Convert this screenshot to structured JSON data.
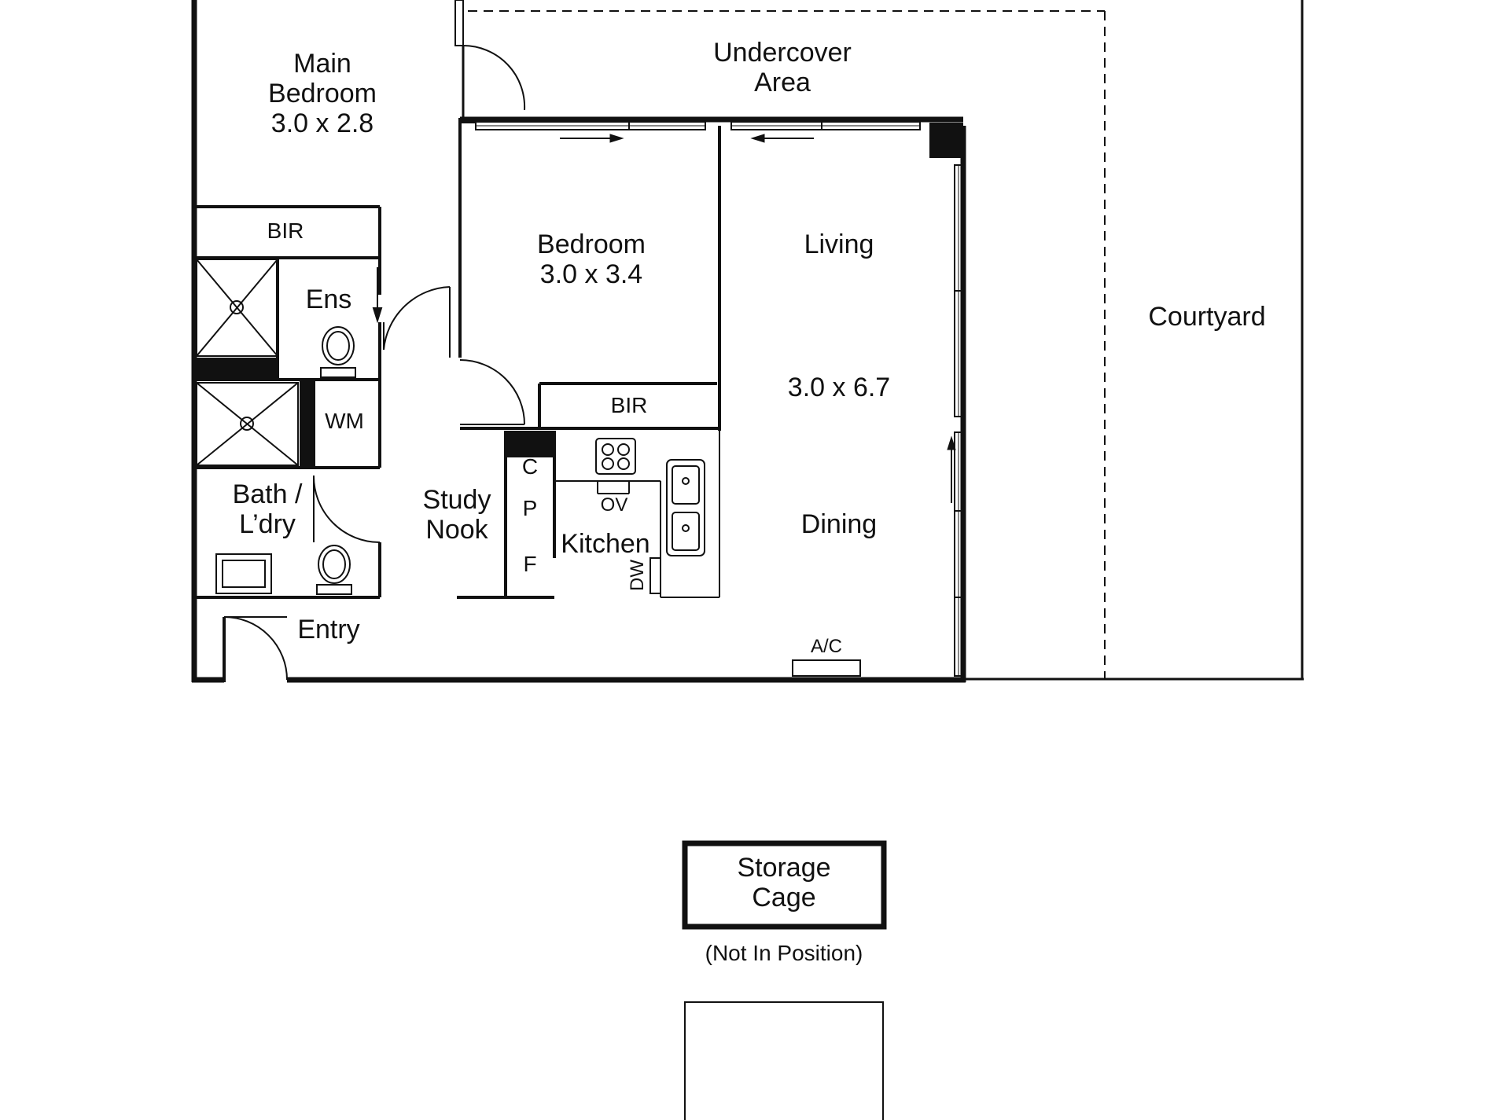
{
  "rooms": {
    "main_bedroom": {
      "name_line1": "Main",
      "name_line2": "Bedroom",
      "size": "3.0 x 2.8"
    },
    "undercover": {
      "name_line1": "Undercover",
      "name_line2": "Area"
    },
    "bedroom": {
      "name": "Bedroom",
      "size": "3.0 x 3.4"
    },
    "living": {
      "name": "Living",
      "size": "3.0 x 6.7"
    },
    "dining": {
      "name": "Dining"
    },
    "courtyard": {
      "name": "Courtyard"
    },
    "bir_main": {
      "name": "BIR"
    },
    "bir_bedroom": {
      "name": "BIR"
    },
    "ensuite": {
      "name": "Ens"
    },
    "wm": {
      "name": "WM"
    },
    "bath": {
      "name_line1": "Bath /",
      "name_line2": "L’dry"
    },
    "study": {
      "name_line1": "Study",
      "name_line2": "Nook"
    },
    "kitchen": {
      "name": "Kitchen"
    },
    "entry": {
      "name": "Entry"
    }
  },
  "fixtures": {
    "c": "C",
    "p": "P",
    "f": "F",
    "ov": "OV",
    "dw": "DW",
    "ac": "A/C"
  },
  "storage": {
    "name_line1": "Storage",
    "name_line2": "Cage",
    "note": "(Not In Position)"
  },
  "colors": {
    "wall": "#111111",
    "background": "#ffffff"
  }
}
